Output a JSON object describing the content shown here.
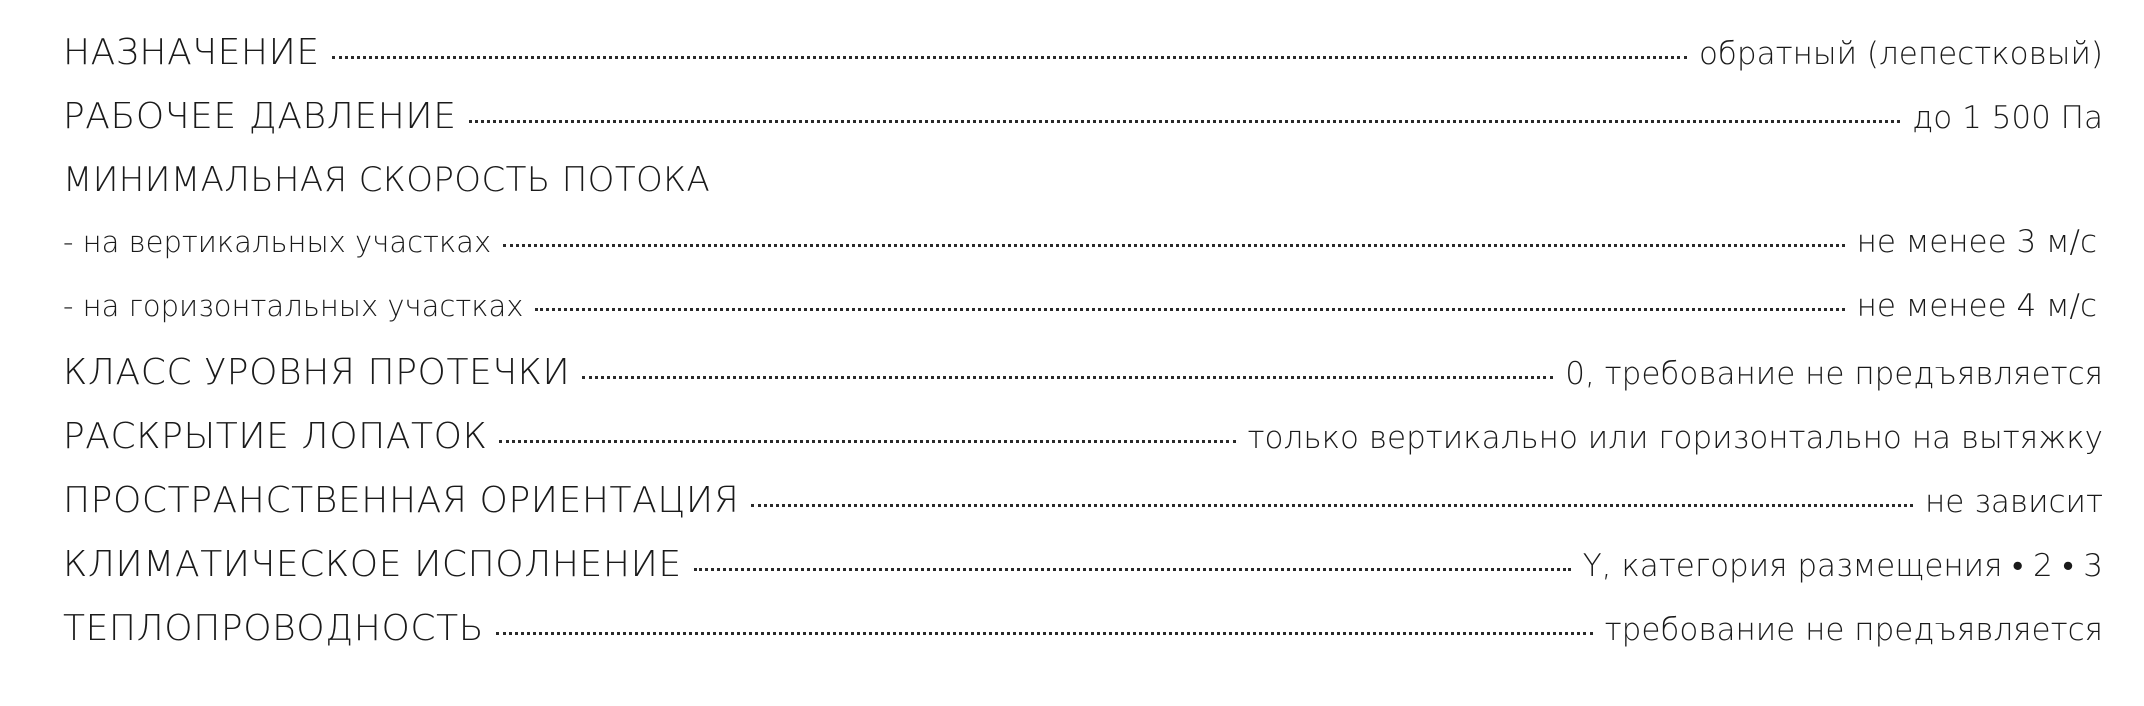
{
  "specs": {
    "purpose": {
      "label": "НАЗНАЧЕНИЕ",
      "value": "обратный (лепестковый)"
    },
    "pressure": {
      "label": "РАБОЧЕЕ ДАВЛЕНИЕ",
      "value": "до 1 500 Па"
    },
    "min_flow_heading": {
      "label": "МИНИМАЛЬНАЯ СКОРОСТЬ ПОТОКА"
    },
    "vertical": {
      "label": "- на вертикальных участках",
      "value": "не менее 3 м/с"
    },
    "horizontal": {
      "label": "- на горизонтальных участках",
      "value": "не менее 4 м/с"
    },
    "leak_class": {
      "label": "КЛАСС УРОВНЯ ПРОТЕЧКИ",
      "value": "0, требование не предъявляется"
    },
    "blade_opening": {
      "label": "РАСКРЫТИЕ ЛОПАТОК",
      "value": "только вертикально или горизонтально на вытяжку"
    },
    "orientation": {
      "label": "ПРОСТРАНСТВЕННАЯ ОРИЕНТАЦИЯ",
      "value": "не зависит"
    },
    "climate": {
      "label": "КЛИМАТИЧЕСКОЕ ИСПОЛНЕНИЕ",
      "value": "Y, категория размещения • 2 • 3"
    },
    "thermal": {
      "label": "ТЕПЛОПРОВОДНОСТЬ",
      "value": "требование не предъявляется"
    }
  }
}
